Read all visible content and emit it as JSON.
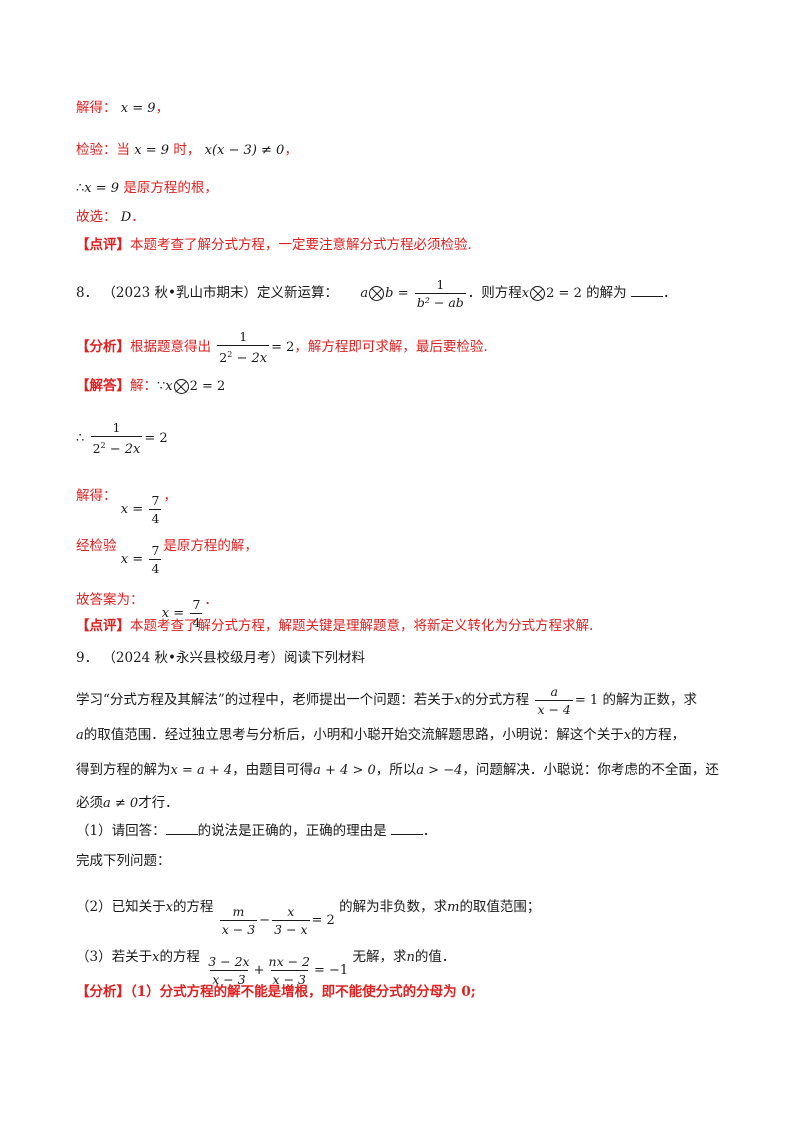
{
  "p7": {
    "jiede": "解得：",
    "x_eq_9": "x = 9",
    "comma": "，",
    "jianyan_when": "检验：当",
    "shi": "时，",
    "check_expr": "x(x − 3) ≠ 0",
    "therefore": "∴",
    "is_root": "是原方程的根，",
    "guxuan": "故选：",
    "answer": "D",
    "period": "．",
    "dianping_tag": "【点评】",
    "dianping_text": "本题考查了解分式方程，一定要注意解分式方程必须检验."
  },
  "p8": {
    "number": "8．",
    "source": "（2023 秋•乳山市期末）",
    "def_text": "定义新运算：",
    "def_lhs_a": "a",
    "def_lhs_b": "b",
    "def_num": "1",
    "def_den": "b² − ab",
    "then_eq": "．则方程",
    "eq_x": "x",
    "eq_rest": "2 = 2",
    "solution_is": "的解为",
    "fenxi_tag": "【分析】",
    "fenxi_1": "根据题意得出",
    "fenxi_num": "1",
    "fenxi_den_base": "2",
    "fenxi_den_exp": "2",
    "fenxi_den_rest": " − 2x",
    "fenxi_rhs": "= 2",
    "fenxi_2": "，解方程即可求解，最后要检验.",
    "jieda_tag": "【解答】",
    "jieda_text": "解：",
    "because": "∵",
    "x_eq_74": "x =",
    "seven": "7",
    "four": "4",
    "jiede": "解得：",
    "jingjianyan": "经检验",
    "is_solution": "是原方程的解，",
    "guda": "故答案为：",
    "dianping_tag": "【点评】",
    "dianping_text": "本题考查了解分式方程，解题关键是理解题意，将新定义转化为分式方程求解."
  },
  "p9": {
    "number": "9．",
    "source": "（2024 秋•永兴县校级月考）",
    "read": "阅读下列材料",
    "para1_a": "学习“分式方程及其解法”的过程中，老师提出一个问题：若关于",
    "para1_b": "的分式方程",
    "para1_num": "a",
    "para1_den": "x − 4",
    "para1_rhs": "= 1",
    "para1_c": "的解为正数，求",
    "para2_a": "a",
    "para2_b": "的取值范围．经过独立思考与分析后，小明和小聪开始交流解题思路，小明说：解这个关于",
    "para2_c": "的方程，",
    "para3_a": "得到方程的解为",
    "para3_sol": "x = a + 4",
    "para3_b": "，由题目可得",
    "para3_cond": "a + 4 > 0",
    "para3_c": "，所以",
    "para3_res": "a > −4",
    "para3_d": "，问题解决．小聪说：你考虑的不全面，还",
    "para4_a": "必须",
    "para4_cond": "a ≠ 0",
    "para4_b": "才行．",
    "q1": "（1）请回答：",
    "q1_b": "的说法是正确的，正确的理由是",
    "q1_end": "．",
    "complete": "完成下列问题：",
    "q2_a": "（2）已知关于",
    "q2_b": "的方程",
    "q2_f1_num": "m",
    "q2_f1_den": "x − 3",
    "q2_minus": "−",
    "q2_f2_num": "x",
    "q2_f2_den": "3 − x",
    "q2_rhs": "= 2",
    "q2_c": "的解为非负数，求",
    "q2_m": "m",
    "q2_d": "的取值范围；",
    "q3_a": "（3）若关于",
    "q3_b": "的方程",
    "q3_f1_num": "3 − 2x",
    "q3_f1_den": "x − 3",
    "q3_plus": "+",
    "q3_f2_num": "nx − 2",
    "q3_f2_den": "x − 3",
    "q3_rhs": "= −1",
    "q3_c": "无解，求",
    "q3_n": "n",
    "q3_d": "的值．",
    "fenxi_tag": "【分析】",
    "fenxi_text": "（1）分式方程的解不能是增根，即不能使分式的分母为 0;"
  },
  "colors": {
    "red": "#e01f1f",
    "text": "#1a1a1a",
    "background": "#ffffff"
  }
}
